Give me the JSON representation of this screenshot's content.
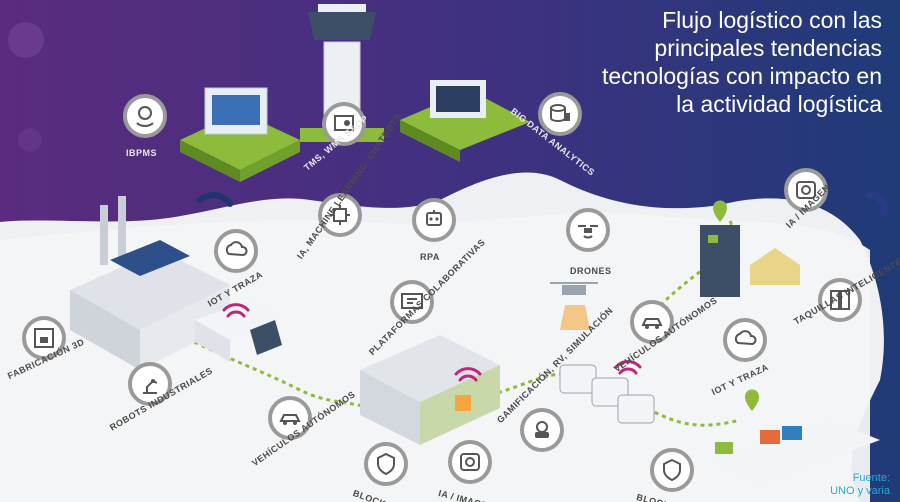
{
  "title_lines": [
    "Flujo logístico con las",
    "principales tendencias",
    "tecnologías con impacto en",
    "la actividad logística"
  ],
  "source_lines": [
    "Fuente:",
    "UNO y varia"
  ],
  "labels": {
    "ibpms": "IBPMS",
    "tms_wms": "TMS, WMS S&OP",
    "big_data": "BIG DATA ANALYTICS",
    "ia_ml": "IA, MACHINE LEARNING, CHATBOTS",
    "rpa": "RPA",
    "iot_1": "IOT Y TRAZA",
    "drones": "DRONES",
    "ia_imagen_1": "IA / IMAGEN",
    "taquillas": "TAQUILLAS INTELIGENTES",
    "plataformas": "PLATAFORMAS COLABORATIVAS",
    "vehiculos_1": "VEHÍCULOS AUTÓNOMOS",
    "fabricacion": "FABRICACIÓN 3D",
    "robots": "ROBOTS INDUSTRIALES",
    "vehiculos_2": "VEHÍCULOS AUTÓNOMOS",
    "iot_2": "IOT Y TRAZA",
    "gamificacion": "GAMIFICACIÓN, RV, SIMULACIÓN",
    "blockchain_1": "BLOCKCHAIN",
    "ia_imagen_2": "IA / IMAGEN",
    "blockchain_2": "BLOCKCHAIN"
  },
  "icons": [
    "ibpms-icon",
    "tms-icon",
    "big-data-icon",
    "ia-ml-icon",
    "rpa-icon",
    "iot-icon",
    "drone-icon",
    "ia-image-icon",
    "locker-icon",
    "platform-icon",
    "autonomous-vehicle-icon",
    "printer-3d-icon",
    "robot-arm-icon",
    "gamification-icon",
    "blockchain-icon"
  ],
  "colors": {
    "purple_top": "#5b2d7c",
    "navy": "#23366f",
    "green_route": "#8dbb3c",
    "badge_ring": "#9a9a9a",
    "source_blue": "#2aa7d6"
  }
}
